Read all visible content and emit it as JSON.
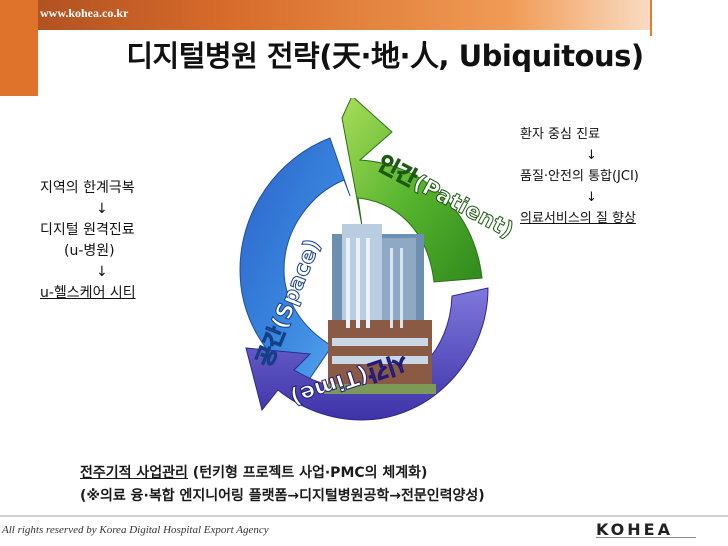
{
  "header": {
    "url": "www.kohea.co.kr",
    "title": "디지털병원 전략(天·地·人, Ubiquitous)"
  },
  "cycle": {
    "patient_label": "인간(Patient)",
    "space_label": "공간(Space)",
    "time_label": "시간(Time)",
    "colors": {
      "green": "#4fae2c",
      "blue": "#2f63c4",
      "purple": "#4a3fb0"
    }
  },
  "left_notes": {
    "line1": "지역의 한계극복",
    "arrow1": "↓",
    "line2": "디지털 원격진료",
    "line3": "(u-병원)",
    "arrow2": "↓",
    "line4": "u-헬스케어 시티"
  },
  "right_notes": {
    "line1": "환자 중심 진료",
    "arrow1": "↓",
    "line2": "품질·안전의 통합(JCI)",
    "arrow2": "↓",
    "line3": "의료서비스의 질 향상"
  },
  "bottom_notes": {
    "line1_underlined": "전주기적 사업관리",
    "line1_rest": " (턴키형 프로젝트 사업·PMC의 체계화)",
    "line2": "(※의료 융·복합 엔지니어링 플랫폼→디지털병원공학→전문인력양성)"
  },
  "footer": {
    "rights": "All rights reserved by Korea Digital Hospital Export Agency",
    "logo": "KOHEA"
  }
}
